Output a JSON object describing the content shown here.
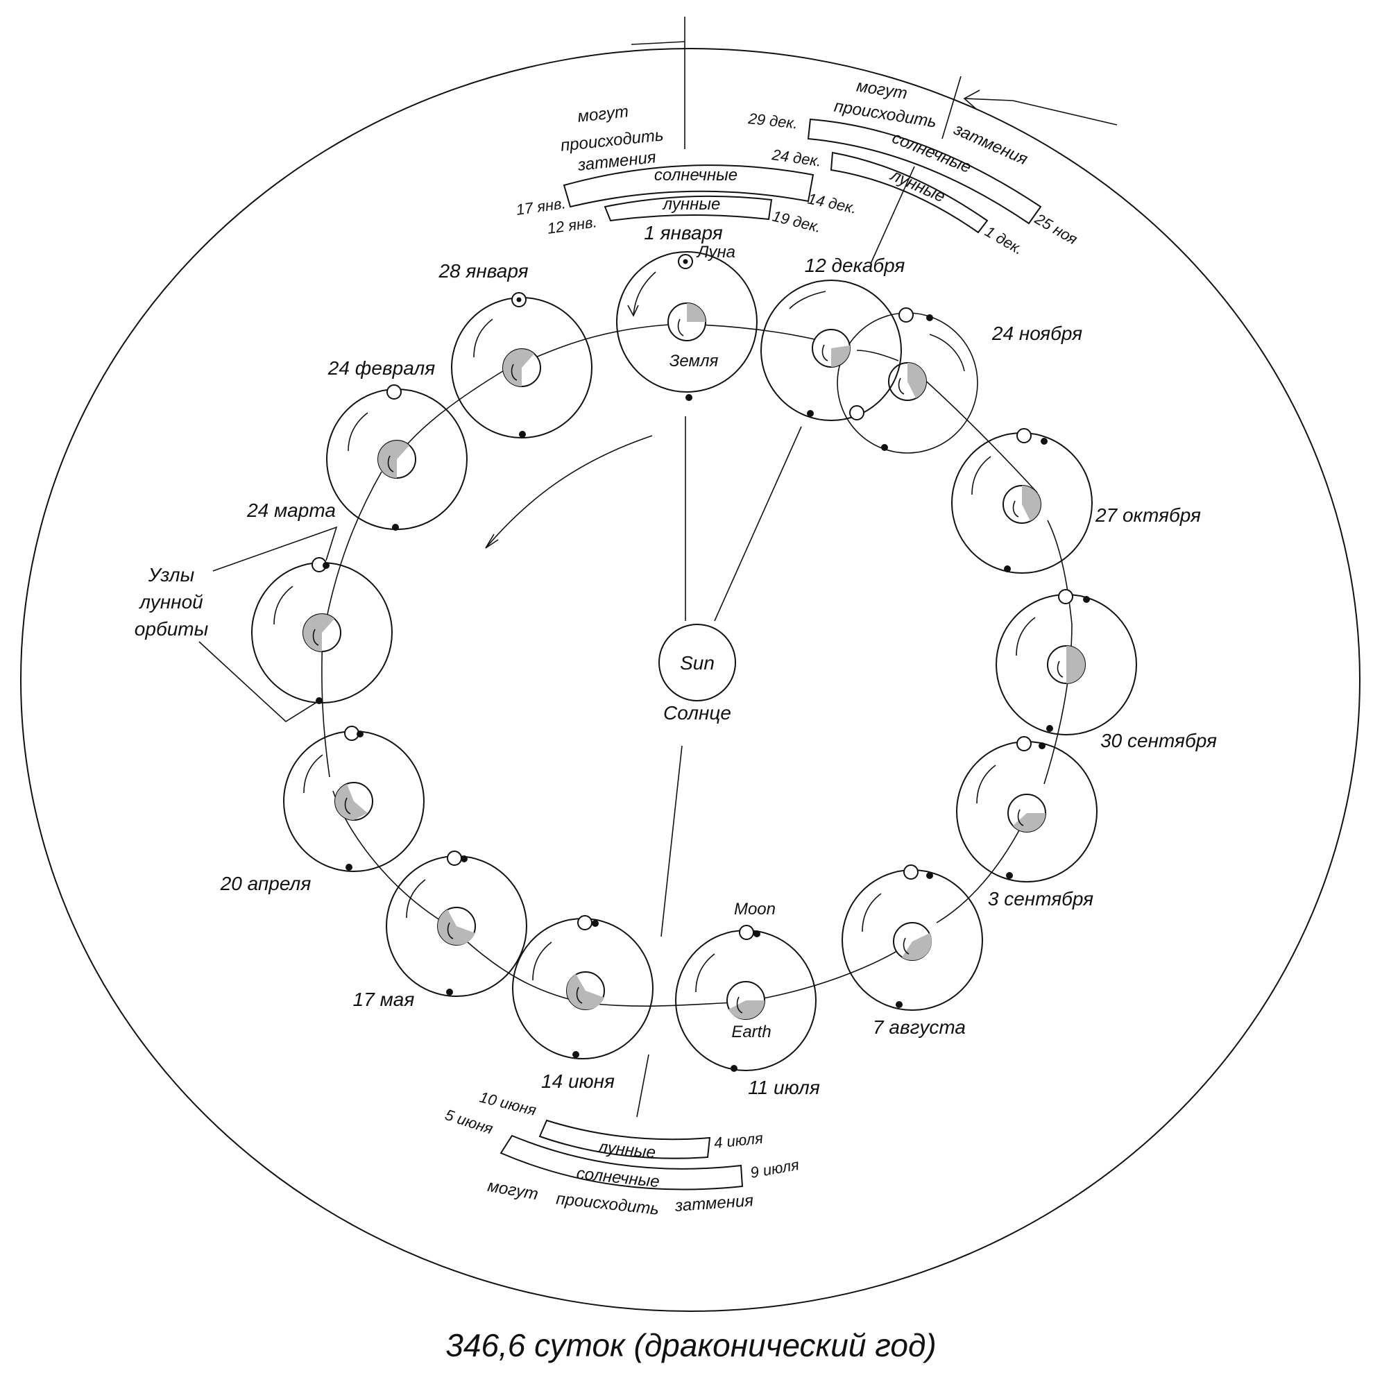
{
  "caption": "346,6 суток (драконический год)",
  "sun": {
    "label_en": "Sun",
    "label_ru": "Солнце"
  },
  "earth_labels": {
    "ru": "Земля",
    "en": "Earth"
  },
  "moon_labels": {
    "ru": "Луна",
    "en": "Moon"
  },
  "nodes_label": [
    "Узлы",
    "лунной",
    "орбиты"
  ],
  "positions": [
    {
      "date": "1 января"
    },
    {
      "date": "28 января"
    },
    {
      "date": "24 февраля"
    },
    {
      "date": "24 марта"
    },
    {
      "date": "20 апреля"
    },
    {
      "date": "17 мая"
    },
    {
      "date": "14 июня"
    },
    {
      "date": "11 июля"
    },
    {
      "date": "7 августа"
    },
    {
      "date": "3 сентября"
    },
    {
      "date": "30 сентября"
    },
    {
      "date": "27 октября"
    },
    {
      "date": "24 ноября"
    },
    {
      "date": "12 декабря"
    }
  ],
  "eclipse_seasons": {
    "top_left": {
      "note": [
        "могут",
        "происходить",
        "затмения"
      ],
      "solar": "солнечные",
      "lunar": "лунные",
      "solar_start": "17 янв.",
      "solar_end": "14 дек.",
      "lunar_start": "12 янв.",
      "lunar_end": "19 дек."
    },
    "top_right": {
      "note_top": [
        "могут",
        "происходить"
      ],
      "note_side": "затмения",
      "solar": "солнечные",
      "lunar": "лунные",
      "solar_start": "29 дек.",
      "solar_end": "25 ноя",
      "lunar_start": "24 дек.",
      "lunar_end": "1 дек."
    },
    "bottom": {
      "note": [
        "могут",
        "происходить",
        "затмения"
      ],
      "solar": "солнечные",
      "lunar": "лунные",
      "solar_start": "5 июня",
      "solar_end": "9 июля",
      "lunar_start": "10 июня",
      "lunar_end": "4 июля"
    }
  }
}
